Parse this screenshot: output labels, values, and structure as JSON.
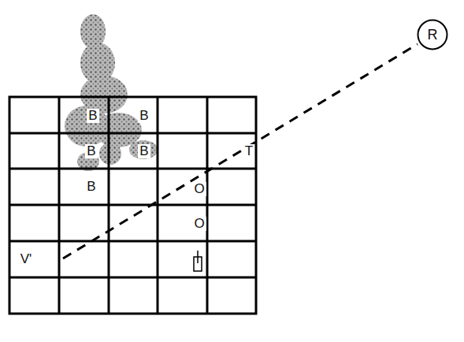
{
  "diagram": {
    "nodes": [
      {
        "text": [
          "R"
        ]
      }
    ],
    "labels": [
      "B",
      "B",
      "B",
      "B",
      "T",
      "B",
      "O",
      "O",
      "V'"
    ]
  }
}
